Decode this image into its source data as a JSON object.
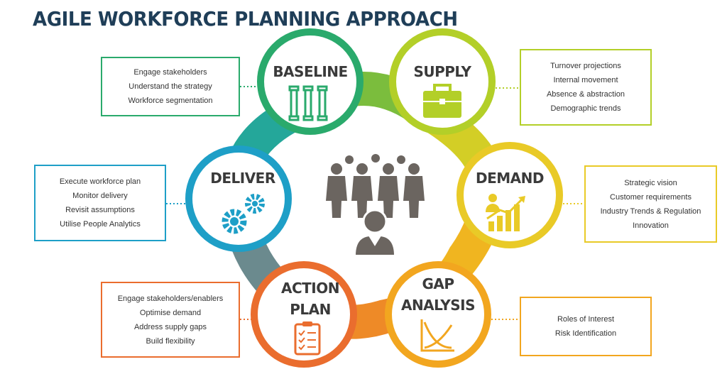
{
  "title": "AGILE WORKFORCE PLANNING APPROACH",
  "colors": {
    "title": "#1f3e58",
    "baseline": "#2aaa6c",
    "supply": "#b3cf28",
    "demand": "#e9ca27",
    "gap_analysis": "#f2a61f",
    "action_plan": "#ea6d2e",
    "deliver": "#1e9fc7",
    "icon_gray": "#6b6560"
  },
  "center": {
    "icon": "workforce-group-icon"
  },
  "stages": {
    "baseline": {
      "label": "BASELINE",
      "icon": "pillars-icon",
      "items": [
        "Engage stakeholders",
        "Understand the strategy",
        "Workforce segmentation"
      ]
    },
    "supply": {
      "label": "SUPPLY",
      "icon": "briefcase-icon",
      "items": [
        "Turnover projections",
        "Internal movement",
        "Absence & abstraction",
        "Demographic trends"
      ]
    },
    "demand": {
      "label": "DEMAND",
      "icon": "growth-chart-icon",
      "items": [
        "Strategic vision",
        "Customer requirements",
        "Industry Trends & Regulation",
        "Innovation"
      ]
    },
    "gap_analysis": {
      "label_line1": "GAP",
      "label_line2": "ANALYSIS",
      "icon": "crossing-lines-chart-icon",
      "items": [
        "Roles of Interest",
        "Risk Identification"
      ]
    },
    "action_plan": {
      "label_line1": "ACTION",
      "label_line2": "PLAN",
      "icon": "clipboard-checklist-icon",
      "items": [
        "Engage stakeholders/enablers",
        "Optimise demand",
        "Address supply gaps",
        "Build flexibility"
      ]
    },
    "deliver": {
      "label": "DELIVER",
      "icon": "gears-icon",
      "items": [
        "Execute workforce plan",
        "Monitor delivery",
        "Revisit assumptions",
        "Utilise People Analytics"
      ]
    }
  }
}
